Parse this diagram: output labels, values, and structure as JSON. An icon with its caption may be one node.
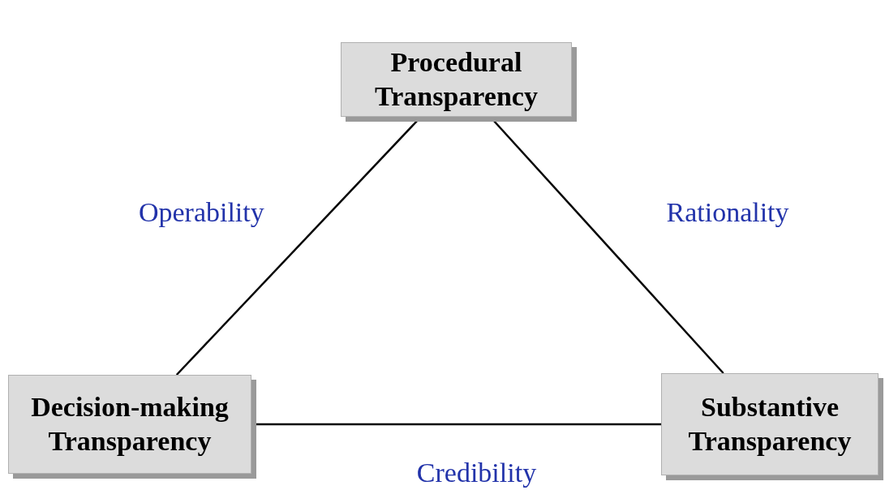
{
  "diagram": {
    "nodes": [
      {
        "text": [
          "Procedural Transparency"
        ]
      },
      {
        "text": [
          "Decision-making Transparency"
        ]
      },
      {
        "text": [
          "Substantive Transparency"
        ]
      }
    ],
    "edges": [
      {
        "from": 0,
        "to": 1,
        "arrow": "none",
        "label": "Operability"
      },
      {
        "from": 0,
        "to": 2,
        "arrow": "none",
        "label": "Rationality"
      },
      {
        "from": 1,
        "to": 2,
        "arrow": "none",
        "label": "Credibility"
      }
    ]
  }
}
